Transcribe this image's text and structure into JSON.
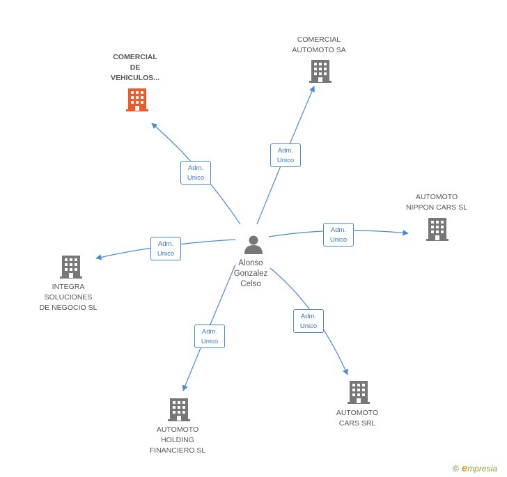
{
  "center": {
    "name": "Alonso\nGonzalez\nCelso"
  },
  "companies": [
    {
      "id": "comercial-vehiculos",
      "name": "COMERCIAL\nDE\nVEHICULOS...",
      "highlight": true
    },
    {
      "id": "comercial-automoto",
      "name": "COMERCIAL\nAUTOMOTO SA",
      "highlight": false
    },
    {
      "id": "automoto-nippon",
      "name": "AUTOMOTO\nNIPPON CARS SL",
      "highlight": false
    },
    {
      "id": "integra",
      "name": "INTEGRA\nSOLUCIONES\nDE NEGOCIO SL",
      "highlight": false
    },
    {
      "id": "automoto-holding",
      "name": "AUTOMOTO\nHOLDING\nFINANCIERO SL",
      "highlight": false
    },
    {
      "id": "automoto-cars",
      "name": "AUTOMOTO\nCARS SRL",
      "highlight": false
    }
  ],
  "relations": [
    {
      "to": "comercial-vehiculos",
      "label": "Adm.\nUnico"
    },
    {
      "to": "comercial-automoto",
      "label": "Adm.\nUnico"
    },
    {
      "to": "automoto-nippon",
      "label": "Adm.\nUnico"
    },
    {
      "to": "integra",
      "label": "Adm.\nUnico"
    },
    {
      "to": "automoto-holding",
      "label": "Adm.\nUnico"
    },
    {
      "to": "automoto-cars",
      "label": "Adm.\nUnico"
    }
  ],
  "colors": {
    "edge": "#4a8ad6",
    "building": "#777777",
    "building_highlight": "#f05a28"
  },
  "footer": {
    "copyright": "©",
    "brand_initial": "e",
    "brand_rest": "mpresia"
  }
}
